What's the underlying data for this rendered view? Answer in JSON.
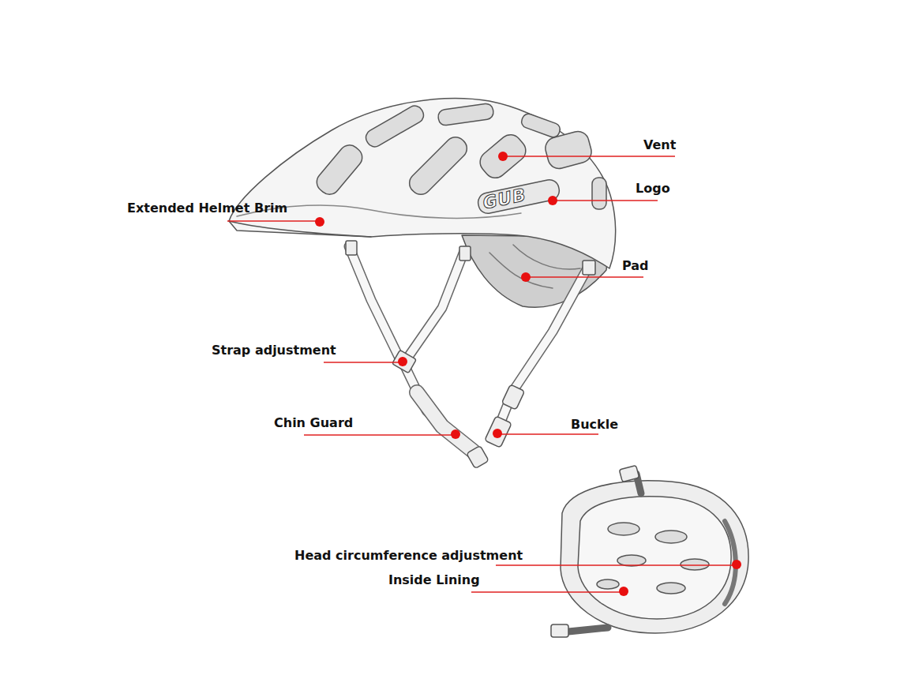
{
  "diagram": {
    "labels": [
      "Vent",
      "Logo",
      "Extended Helmet Brim",
      "Pad",
      "Strap adjustment",
      "Chin Guard",
      "Buckle",
      "Head circumference adjustment",
      "Inside Lining",
      "GUB"
    ]
  }
}
